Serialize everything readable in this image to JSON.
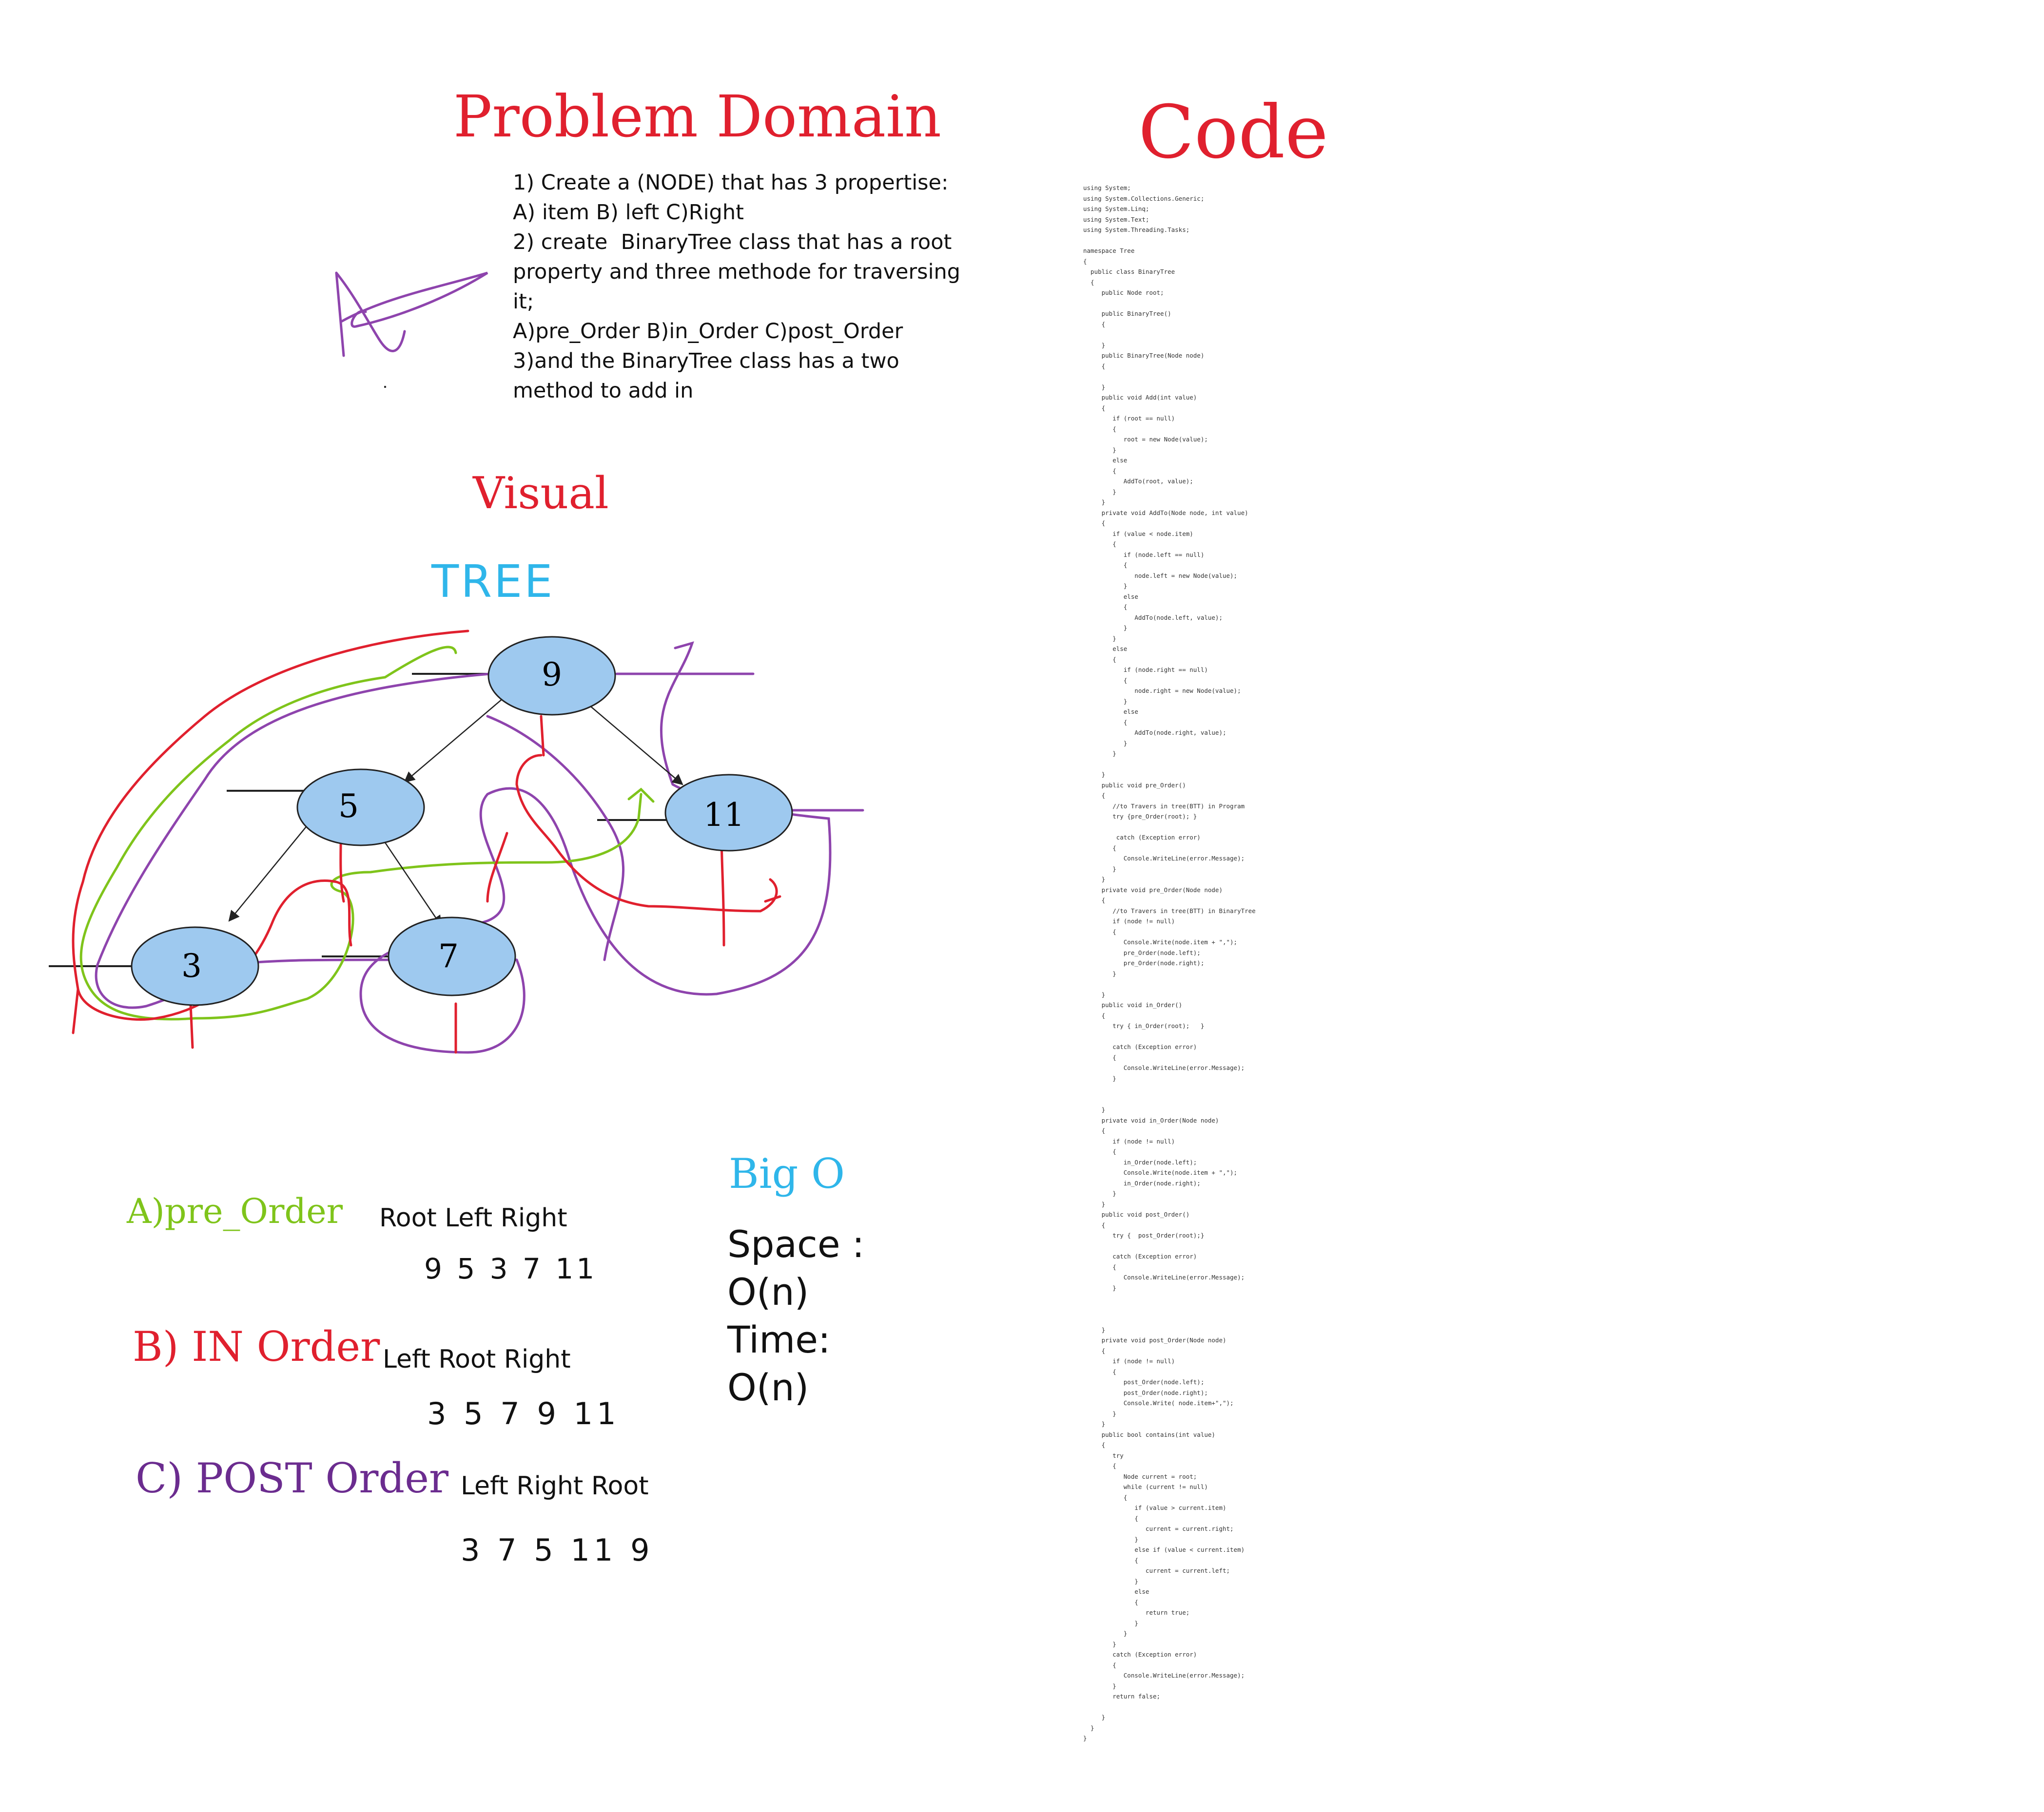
{
  "headings": {
    "problem_domain": "Problem Domain",
    "code": "Code",
    "visual": "Visual",
    "tree": "TREE",
    "big_o": "Big O"
  },
  "problem_lines": [
    "1) Create a (NODE) that has 3 propertise:",
    "A) item B) left C)Right",
    "2) create  BinaryTree class that has a root",
    "property and three methode for traversing",
    "it;",
    "A)pre_Order B)in_Order C)post_Order",
    "",
    "3)and the BinaryTree class has a two",
    "method to add in"
  ],
  "tree": {
    "nodes": [
      "9",
      "5",
      "11",
      "3",
      "7"
    ],
    "colors": {
      "node_fill": "#9ec9ef",
      "pre_order_path": "#7fc41b",
      "in_order_path": "#e0202e",
      "post_order_path": "#8e44ad",
      "edge": "#222222"
    }
  },
  "traversals": {
    "pre": {
      "label": "A)pre_Order",
      "desc": "Root Left Right",
      "seq": "9 5 3 7 11"
    },
    "in": {
      "label": "B) IN Order",
      "desc": "Left Root  Right",
      "seq": "3 5 7 9 11"
    },
    "post": {
      "label": "C) POST Order",
      "desc": "Left  Right Root",
      "seq": "3 7 5 11 9"
    }
  },
  "big_o": {
    "space_label": "Space :",
    "space_value": "O(n)",
    "time_label": "Time:",
    "time_value": "O(n)"
  },
  "code": "using System;\nusing System.Collections.Generic;\nusing System.Linq;\nusing System.Text;\nusing System.Threading.Tasks;\n\nnamespace Tree\n{\n  public class BinaryTree\n  {\n     public Node root;\n\n     public BinaryTree()\n     {\n\n     }\n     public BinaryTree(Node node)\n     {\n\n     }\n     public void Add(int value)\n     {\n        if (root == null)\n        {\n           root = new Node(value);\n        }\n        else\n        {\n           AddTo(root, value);\n        }\n     }\n     private void AddTo(Node node, int value)\n     {\n        if (value < node.item)\n        {\n           if (node.left == null)\n           {\n              node.left = new Node(value);\n           }\n           else\n           {\n              AddTo(node.left, value);\n           }\n        }\n        else\n        {\n           if (node.right == null)\n           {\n              node.right = new Node(value);\n           }\n           else\n           {\n              AddTo(node.right, value);\n           }\n        }\n\n     }\n     public void pre_Order()\n     {\n        //to Travers in tree(BTT) in Program\n        try {pre_Order(root); }\n\n         catch (Exception error)\n        {\n           Console.WriteLine(error.Message);\n        }\n     }\n     private void pre_Order(Node node)\n     {\n        //to Travers in tree(BTT) in BinaryTree\n        if (node != null)\n        {\n           Console.Write(node.item + \",\");\n           pre_Order(node.left);\n           pre_Order(node.right);\n        }\n\n     }\n     public void in_Order()\n     {\n        try { in_Order(root);   }\n\n        catch (Exception error)\n        {\n           Console.WriteLine(error.Message);\n        }\n\n\n     }\n     private void in_Order(Node node)\n     {\n        if (node != null)\n        {\n           in_Order(node.left);\n           Console.Write(node.item + \",\");\n           in_Order(node.right);\n        }\n     }\n     public void post_Order()\n     {\n        try {  post_Order(root);}\n\n        catch (Exception error)\n        {\n           Console.WriteLine(error.Message);\n        }\n\n\n\n     }\n     private void post_Order(Node node)\n     {\n        if (node != null)\n        {\n           post_Order(node.left);\n           post_Order(node.right);\n           Console.Write( node.item+\",\");\n        }\n     }\n     public bool contains(int value)\n     {\n        try\n        {\n           Node current = root;\n           while (current != null)\n           {\n              if (value > current.item)\n              {\n                 current = current.right;\n              }\n              else if (value < current.item)\n              {\n                 current = current.left;\n              }\n              else\n              {\n                 return true;\n              }\n           }\n        }\n        catch (Exception error)\n        {\n           Console.WriteLine(error.Message);\n        }\n        return false;\n\n     }\n  }\n}"
}
